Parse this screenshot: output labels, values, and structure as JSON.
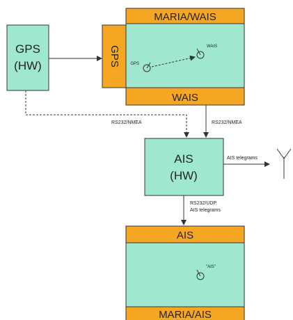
{
  "gps_hw": {
    "line1": "GPS",
    "line2": "(HW)"
  },
  "maria_wais": {
    "title": "MARIA/WAIS",
    "side_label": "GPS",
    "bottom_label": "WAIS",
    "gps_symbol": "GPS",
    "wais_symbol": "WAIS"
  },
  "ais_hw": {
    "line1": "AIS",
    "line2": "(HW)"
  },
  "maria_ais": {
    "top_label": "AIS",
    "ais_symbol": "\"AIS\"",
    "bottom_label": "MARIA/AIS"
  },
  "connections": {
    "gps_to_ais": "RS232/NMEA",
    "wais_to_ais": "RS232/NMEA",
    "ais_out": "AIS telegrams",
    "ais_down_line1": "RS232/UDP",
    "ais_down_line2": "AIS telegrams"
  },
  "colors": {
    "box_fill": "#9fe8cf",
    "bar_fill": "#f5a623",
    "stroke": "#333333",
    "text": "#222222"
  },
  "icons": [
    "vessel-symbol",
    "antenna-icon"
  ]
}
